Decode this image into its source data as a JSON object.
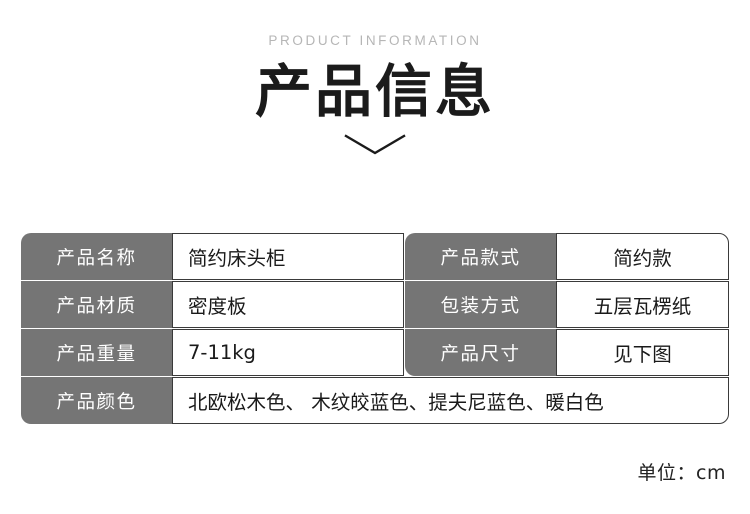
{
  "header": {
    "eyebrow": "PRODUCT INFORMATION",
    "title": "产品信息",
    "divider_icon": "chevron-down-icon"
  },
  "table": {
    "rows": [
      {
        "label_left": "产品名称",
        "value_left": "简约床头柜",
        "label_right": "产品款式",
        "value_right": "简约款"
      },
      {
        "label_left": "产品材质",
        "value_left": "密度板",
        "label_right": "包装方式",
        "value_right": "五层瓦楞纸"
      },
      {
        "label_left": "产品重量",
        "value_left": "7-11kg",
        "label_right": "产品尺寸",
        "value_right": "见下图"
      },
      {
        "label_left": "产品颜色",
        "value_full": "北欧松木色、 木纹皎蓝色、提夫尼蓝色、暖白色"
      }
    ]
  },
  "footer": {
    "unit_note": "单位：cm"
  },
  "colors": {
    "label_bg": "#757575",
    "value_border": "#3a3a3a",
    "eyebrow": "#b6b6b6",
    "title": "#1b1b1b",
    "page_bg": "#ffffff"
  }
}
